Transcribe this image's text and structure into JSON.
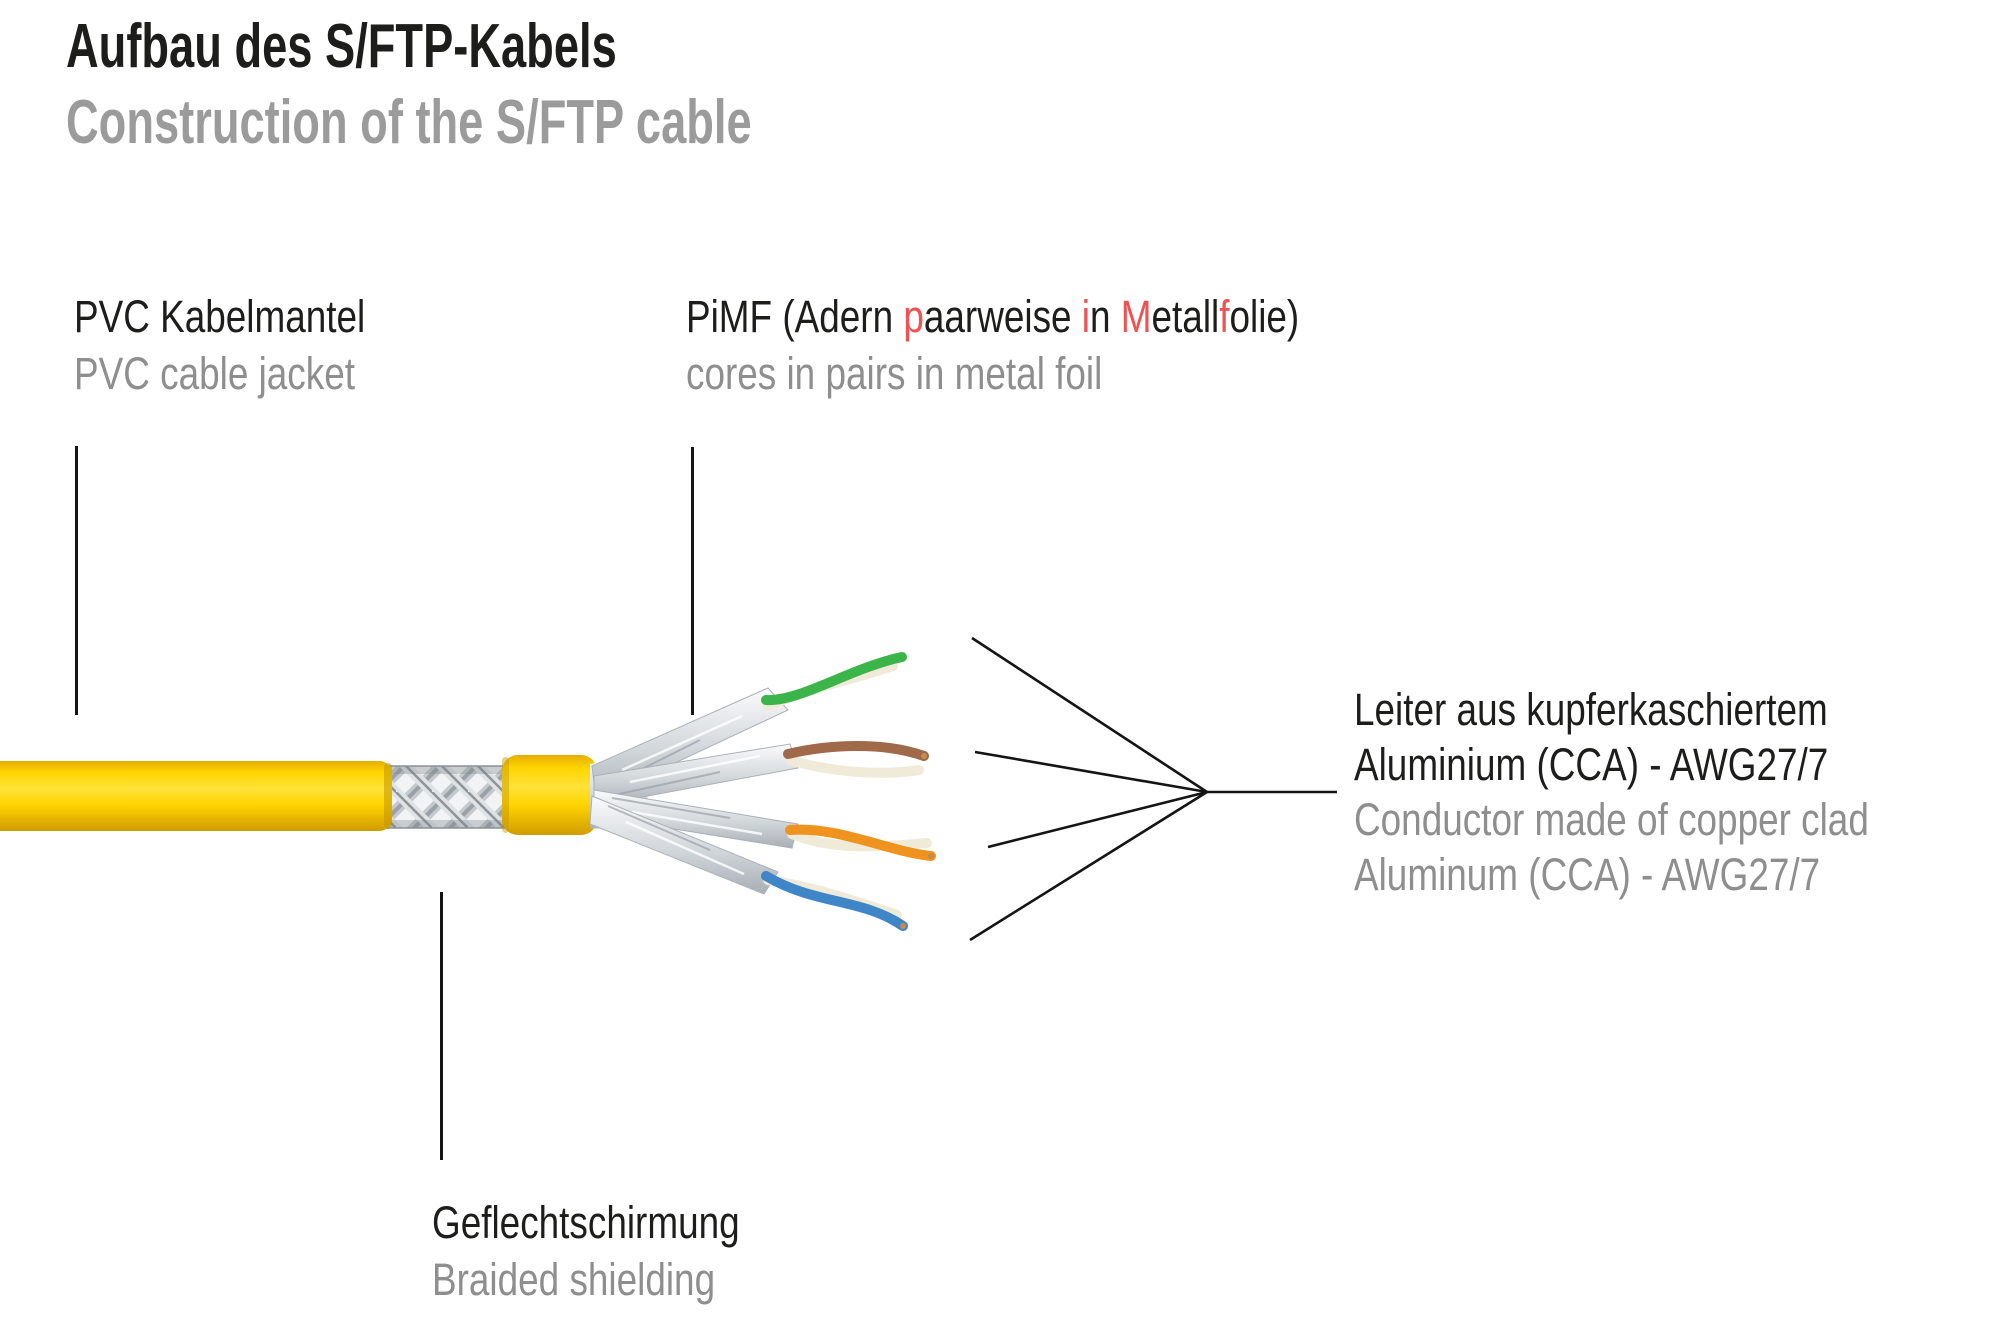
{
  "page": {
    "background": "#ffffff"
  },
  "header": {
    "title_de": "Aufbau des S/FTP-Kabels",
    "title_en": "Construction of the S/FTP cable"
  },
  "labels": {
    "pvc_jacket": {
      "de": "PVC Kabelmantel",
      "en": "PVC cable jacket"
    },
    "pimf": {
      "de_segments": [
        {
          "text": "PiMF (Adern "
        },
        {
          "text": "p",
          "color": "#ee5252"
        },
        {
          "text": "aarweise "
        },
        {
          "text": "i",
          "color": "#ee5252"
        },
        {
          "text": "n "
        },
        {
          "text": "M",
          "color": "#ee5252"
        },
        {
          "text": "etall"
        },
        {
          "text": "f",
          "color": "#ee5252"
        },
        {
          "text": "olie)"
        }
      ],
      "en": "cores in pairs in metal foil"
    },
    "conductor": {
      "de_line1": "Leiter aus kupferkaschiertem",
      "de_line2": "Aluminium (CCA) - AWG27/7",
      "en_line1": "Conductor made of copper clad",
      "en_line2": "Aluminum (CCA) - AWG27/7"
    },
    "braid": {
      "de": "Geflechtschirmung",
      "en": "Braided shielding"
    }
  },
  "colors": {
    "text_black": "#1d1d1b",
    "text_gray": "#8e8e8e",
    "subtitle_gray": "#9b9b9b",
    "accent_red": "#ee5252",
    "jacket_yellow": "#ffd400",
    "foil_silver": "#d7dbde",
    "wire_green": "#3bb54a",
    "wire_brown": "#a06a4a",
    "wire_orange": "#f0921e",
    "wire_blue": "#3e86c8",
    "wire_cream": "#f0ead8",
    "line_black": "#141414"
  }
}
